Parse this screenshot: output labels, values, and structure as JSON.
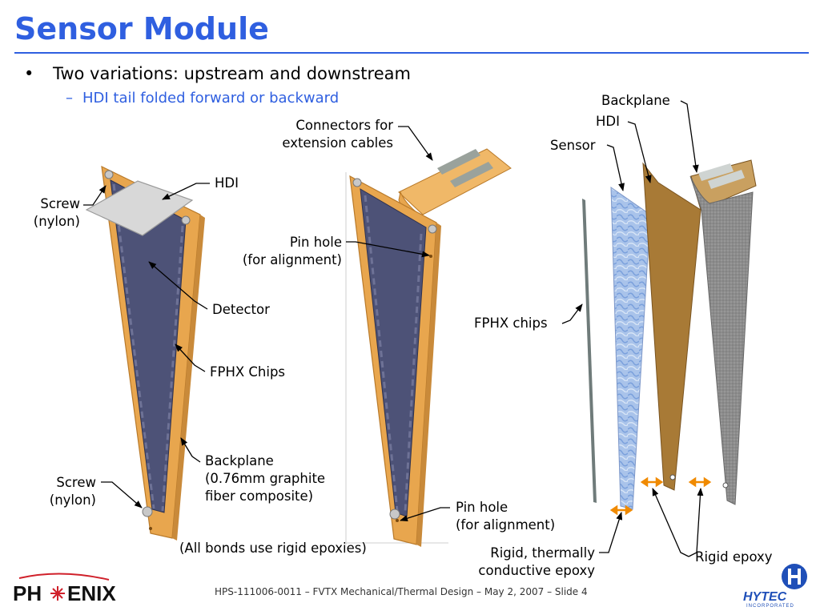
{
  "slide": {
    "title": "Sensor Module",
    "bullet": "•",
    "bullet_text": "Two variations: upstream and downstream",
    "sub_dash": "–",
    "sub_text": "HDI tail folded forward or backward",
    "footer": "HPS-111006-0011 – FVTX Mechanical/Thermal Design – May 2, 2007 – Slide 4"
  },
  "labels": {
    "hdi_left": "HDI",
    "screw_top_1": "Screw",
    "screw_top_2": "(nylon)",
    "detector": "Detector",
    "fphx_chips_left": "FPHX Chips",
    "backplane_1": "Backplane",
    "backplane_2": "(0.76mm graphite",
    "backplane_3": "fiber composite)",
    "screw_bot_1": "Screw",
    "screw_bot_2": "(nylon)",
    "connectors_1": "Connectors for",
    "connectors_2": "extension cables",
    "pinhole_top_1": "Pin hole",
    "pinhole_top_2": "(for alignment)",
    "pinhole_bot_1": "Pin hole",
    "pinhole_bot_2": "(for alignment)",
    "bonds_note": "(All bonds use rigid epoxies)",
    "backplane_right": "Backplane",
    "hdi_right": "HDI",
    "sensor_right": "Sensor",
    "fphx_chips_right": "FPHX chips",
    "rigid_thermal_1": "Rigid, thermally",
    "rigid_thermal_2": "conductive epoxy",
    "rigid_epoxy": "Rigid epoxy"
  },
  "logos": {
    "phenix_left": "PH",
    "phenix_right": "ENIX",
    "hytec": "HYTEC",
    "hytec_sub": "INCORPORATED"
  },
  "colors": {
    "title_blue": "#2f5fe0",
    "backplane_orange": "#e8a64e",
    "detector_blue": "#4d5277",
    "arrow_orange": "#f08a00"
  }
}
